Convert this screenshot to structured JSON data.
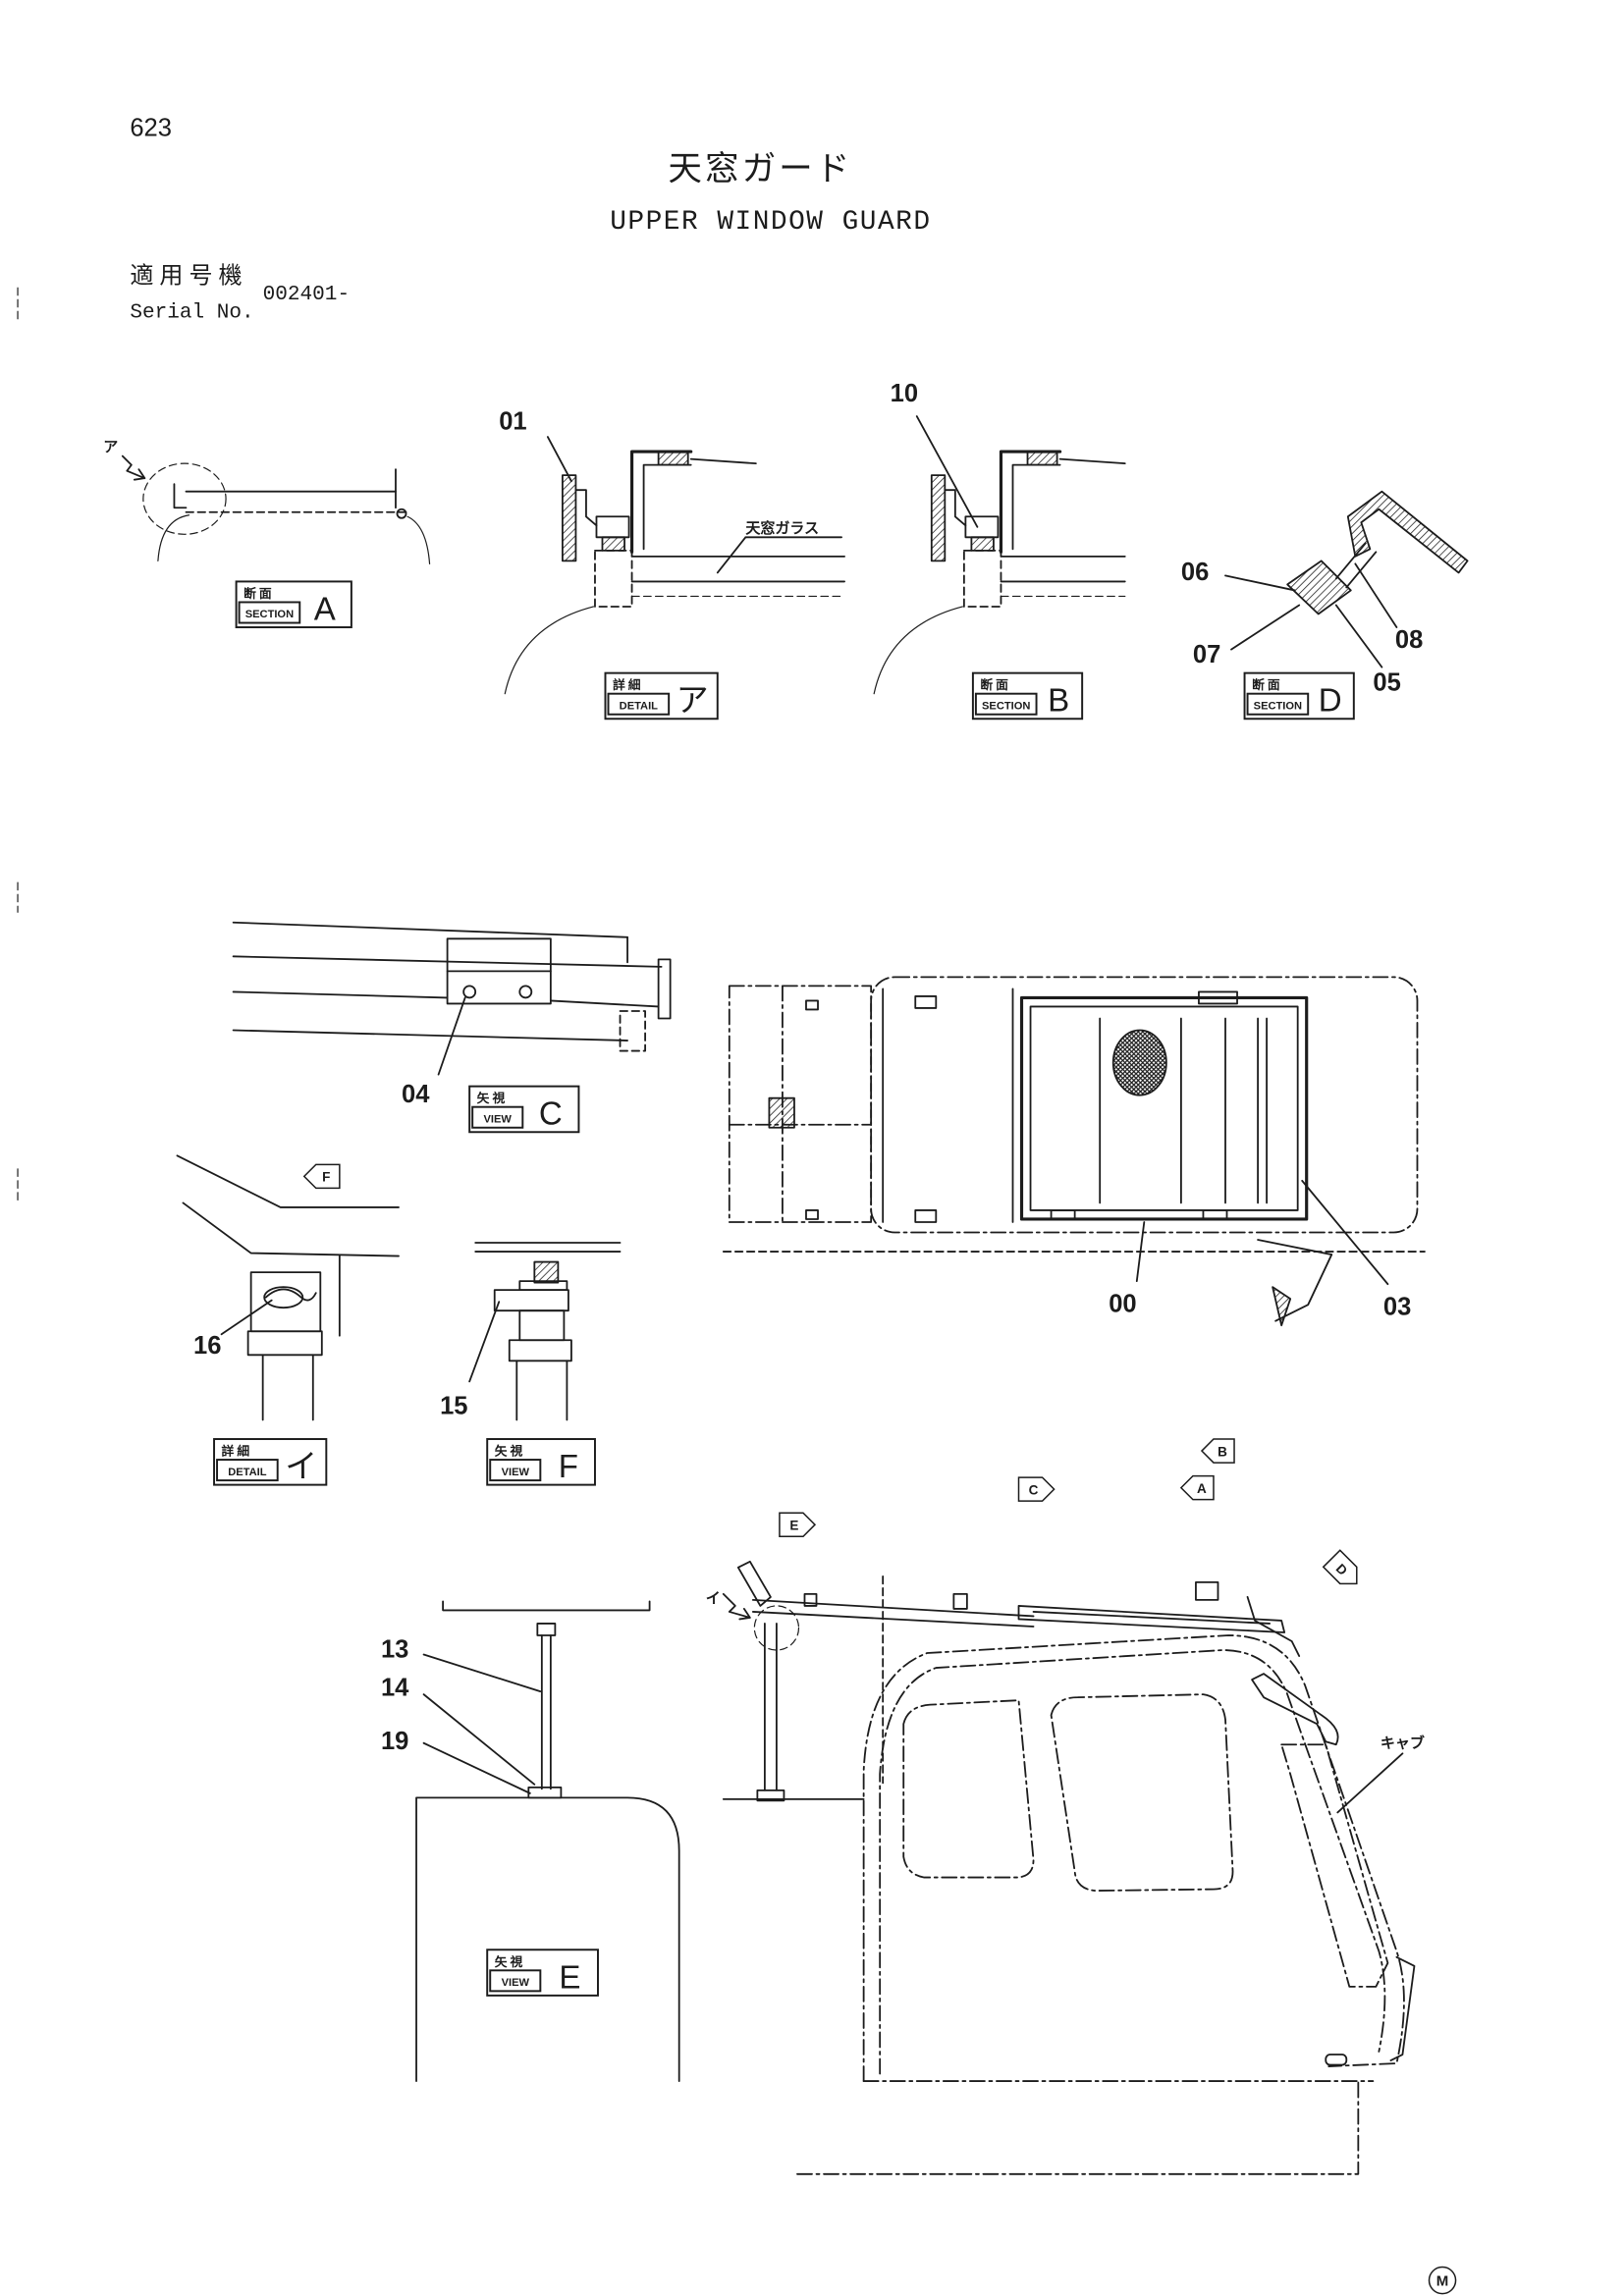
{
  "header": {
    "page_number": "623",
    "title_jp": "天窓ガード",
    "title_en": "UPPER WINDOW GUARD"
  },
  "applicability": {
    "label_jp": "適用号機",
    "label_en": "Serial No.",
    "serial_range": "002401-"
  },
  "views": [
    {
      "jp": "断面",
      "en": "SECTION",
      "letter": "A"
    },
    {
      "jp": "詳細",
      "en": "DETAIL",
      "letter": "ア"
    },
    {
      "jp": "断面",
      "en": "SECTION",
      "letter": "B"
    },
    {
      "jp": "断面",
      "en": "SECTION",
      "letter": "D"
    },
    {
      "jp": "矢視",
      "en": "VIEW",
      "letter": "C"
    },
    {
      "jp": "詳細",
      "en": "DETAIL",
      "letter": "イ"
    },
    {
      "jp": "矢視",
      "en": "VIEW",
      "letter": "F"
    },
    {
      "jp": "矢視",
      "en": "VIEW",
      "letter": "E"
    }
  ],
  "part_numbers": [
    "01",
    "10",
    "06",
    "07",
    "08",
    "05",
    "04",
    "00",
    "03",
    "16",
    "15",
    "13",
    "14",
    "19"
  ],
  "callouts": {
    "glass": "天窓ガラス",
    "cab": "キャブ",
    "pointer_detail_a": "ア",
    "pointer_detail_i": "イ"
  },
  "view_arrows": [
    "F",
    "B",
    "A",
    "C",
    "E",
    "D"
  ],
  "footer": {
    "circled_mark": "M"
  }
}
